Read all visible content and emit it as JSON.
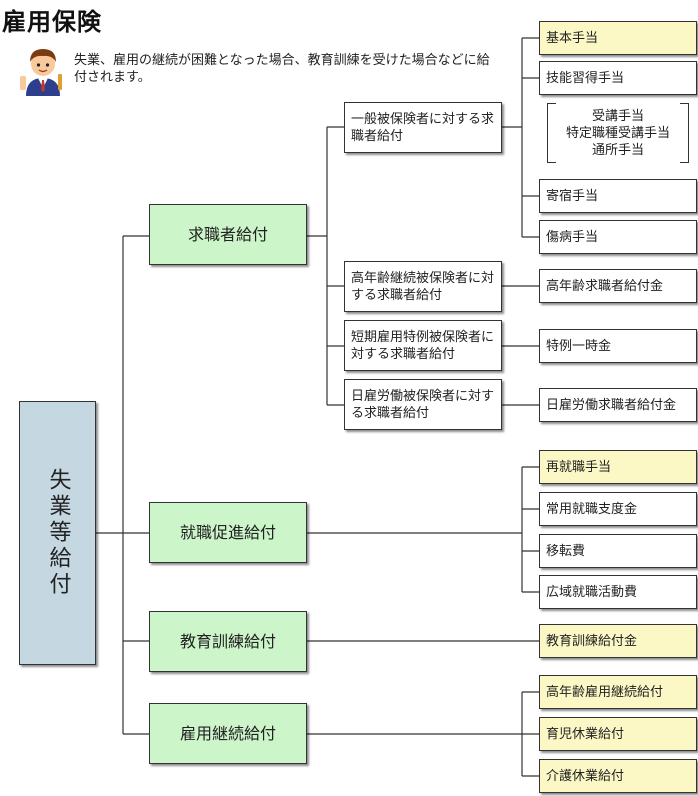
{
  "title": "雇用保険",
  "description": "失業、雇用の継続が困難となった場合、教育訓練を受けた場合などに給付されます。",
  "root": "失業等給付",
  "categories": {
    "kyushoku": "求職者給付",
    "shushoku": "就職促進給付",
    "kyoiku": "教育訓練給付",
    "keizoku": "雇用継続給付"
  },
  "sub": {
    "ippan": "一般被保険者に対する求職者給付",
    "konenrei": "高年齢継続被保険者に対する求職者給付",
    "tanki": "短期雇用特例被保険者に対する求職者給付",
    "hiyatoi": "日雇労働被保険者に対する求職者給付"
  },
  "leaves": {
    "kihon": "基本手当",
    "gino": "技能習得手当",
    "bracket": [
      "受講手当",
      "特定職種受講手当",
      "通所手当"
    ],
    "kishuku": "寄宿手当",
    "shobyo": "傷病手当",
    "konenrei_kin": "高年齢求職者給付金",
    "tokurei": "特例一時金",
    "hiyatoi_kin": "日雇労働求職者給付金",
    "saishushoku": "再就職手当",
    "joyo": "常用就職支度金",
    "iten": "移転費",
    "koiki": "広域就職活動費",
    "kyoiku_kin": "教育訓練給付金",
    "konenrei_keizoku": "高年齢雇用継続給付",
    "ikuji": "育児休業給付",
    "kaigo": "介護休業給付"
  },
  "colors": {
    "root_fill": "#c5d8e1",
    "category_fill": "#ccf5c9",
    "highlight_fill": "#fcf8c6",
    "plain_fill": "#ffffff",
    "line": "#333333"
  }
}
